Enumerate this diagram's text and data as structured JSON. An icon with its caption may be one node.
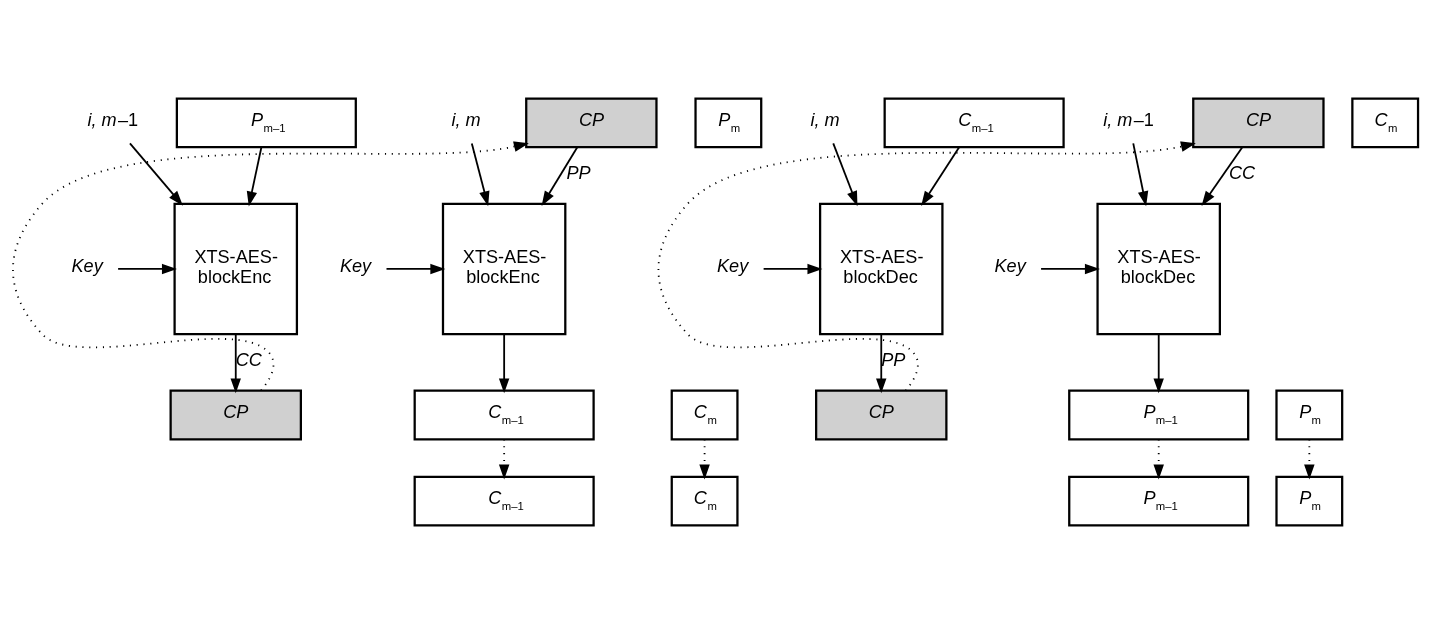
{
  "diagram": {
    "nodes": [
      {
        "text": [
          "*P*$_{m–1}$"
        ]
      },
      {
        "text": [
          "*i, m*–1"
        ]
      },
      {
        "text": [
          "Key"
        ]
      },
      {
        "text": [
          "XTS-AES- blockEnc"
        ]
      },
      {
        "text": [
          "*C*$_{m}$"
        ]
      },
      {
        "text": [
          "CP"
        ]
      },
      {
        "text": [
          "*P*$_{m}$"
        ]
      },
      {
        "text": [
          "CP"
        ]
      },
      {
        "text": [
          "i, m"
        ]
      },
      {
        "text": [
          "Key"
        ]
      },
      {
        "text": [
          "XTS-AES- blockEnc"
        ]
      },
      {
        "text": [
          "*C*$_{m–1}$"
        ]
      },
      {
        "text": [
          "*C*$_{m–1}$"
        ]
      },
      {
        "text": [
          "*C*$_{m}$"
        ]
      },
      {
        "text": [
          "*C*$_{m–1}$"
        ]
      },
      {
        "text": [
          "i, m"
        ]
      },
      {
        "text": [
          "Key"
        ]
      },
      {
        "text": [
          "XTS-AES- blockDec"
        ]
      },
      {
        "text": [
          "*P*$_{m}$"
        ]
      },
      {
        "text": [
          "CP"
        ]
      },
      {
        "text": [
          "*C*$_{m}$"
        ]
      },
      {
        "text": [
          "CP"
        ]
      },
      {
        "text": [
          "*i, m*–1"
        ]
      },
      {
        "text": [
          "Key"
        ]
      },
      {
        "text": [
          "XTS-AES- blockDec"
        ]
      },
      {
        "text": [
          "*P*$_{m–1}$"
        ]
      },
      {
        "text": [
          "*P*$_{m–1}$"
        ]
      },
      {
        "text": [
          "*P*$_{m}$"
        ]
      }
    ],
    "edges": [
      {
        "from": 0,
        "to": 3,
        "arrow": "to"
      },
      {
        "from": 1,
        "to": 3,
        "arrow": "to"
      },
      {
        "from": 2,
        "to": 3,
        "arrow": "to"
      },
      {
        "from": 3,
        "to": 5,
        "arrow": "to",
        "label": "CC"
      },
      {
        "from": 5,
        "to": 7,
        "arrow": "to",
        "style": "dashed"
      },
      {
        "from": 7,
        "to": 10,
        "arrow": "to",
        "label": "PP"
      },
      {
        "from": 8,
        "to": 10,
        "arrow": "to"
      },
      {
        "from": 9,
        "to": 10,
        "arrow": "to"
      },
      {
        "from": 10,
        "to": 11,
        "arrow": "to"
      },
      {
        "from": 4,
        "to": 13,
        "arrow": "to",
        "style": "dashed"
      },
      {
        "from": 11,
        "to": 12,
        "arrow": "to",
        "style": "dashed"
      },
      {
        "from": 14,
        "to": 17,
        "arrow": "to"
      },
      {
        "from": 15,
        "to": 17,
        "arrow": "to"
      },
      {
        "from": 16,
        "to": 17,
        "arrow": "to"
      },
      {
        "from": 17,
        "to": 19,
        "arrow": "to",
        "label": "PP"
      },
      {
        "from": 19,
        "to": 21,
        "arrow": "to",
        "style": "dashed"
      },
      {
        "from": 21,
        "to": 24,
        "arrow": "to",
        "label": "CC"
      },
      {
        "from": 22,
        "to": 24,
        "arrow": "to"
      },
      {
        "from": 23,
        "to": 24,
        "arrow": "to"
      },
      {
        "from": 24,
        "to": 25,
        "arrow": "to"
      },
      {
        "from": 18,
        "to": 27,
        "arrow": "to",
        "style": "dashed"
      },
      {
        "from": 25,
        "to": 26,
        "arrow": "to",
        "style": "dashed"
      }
    ]
  }
}
